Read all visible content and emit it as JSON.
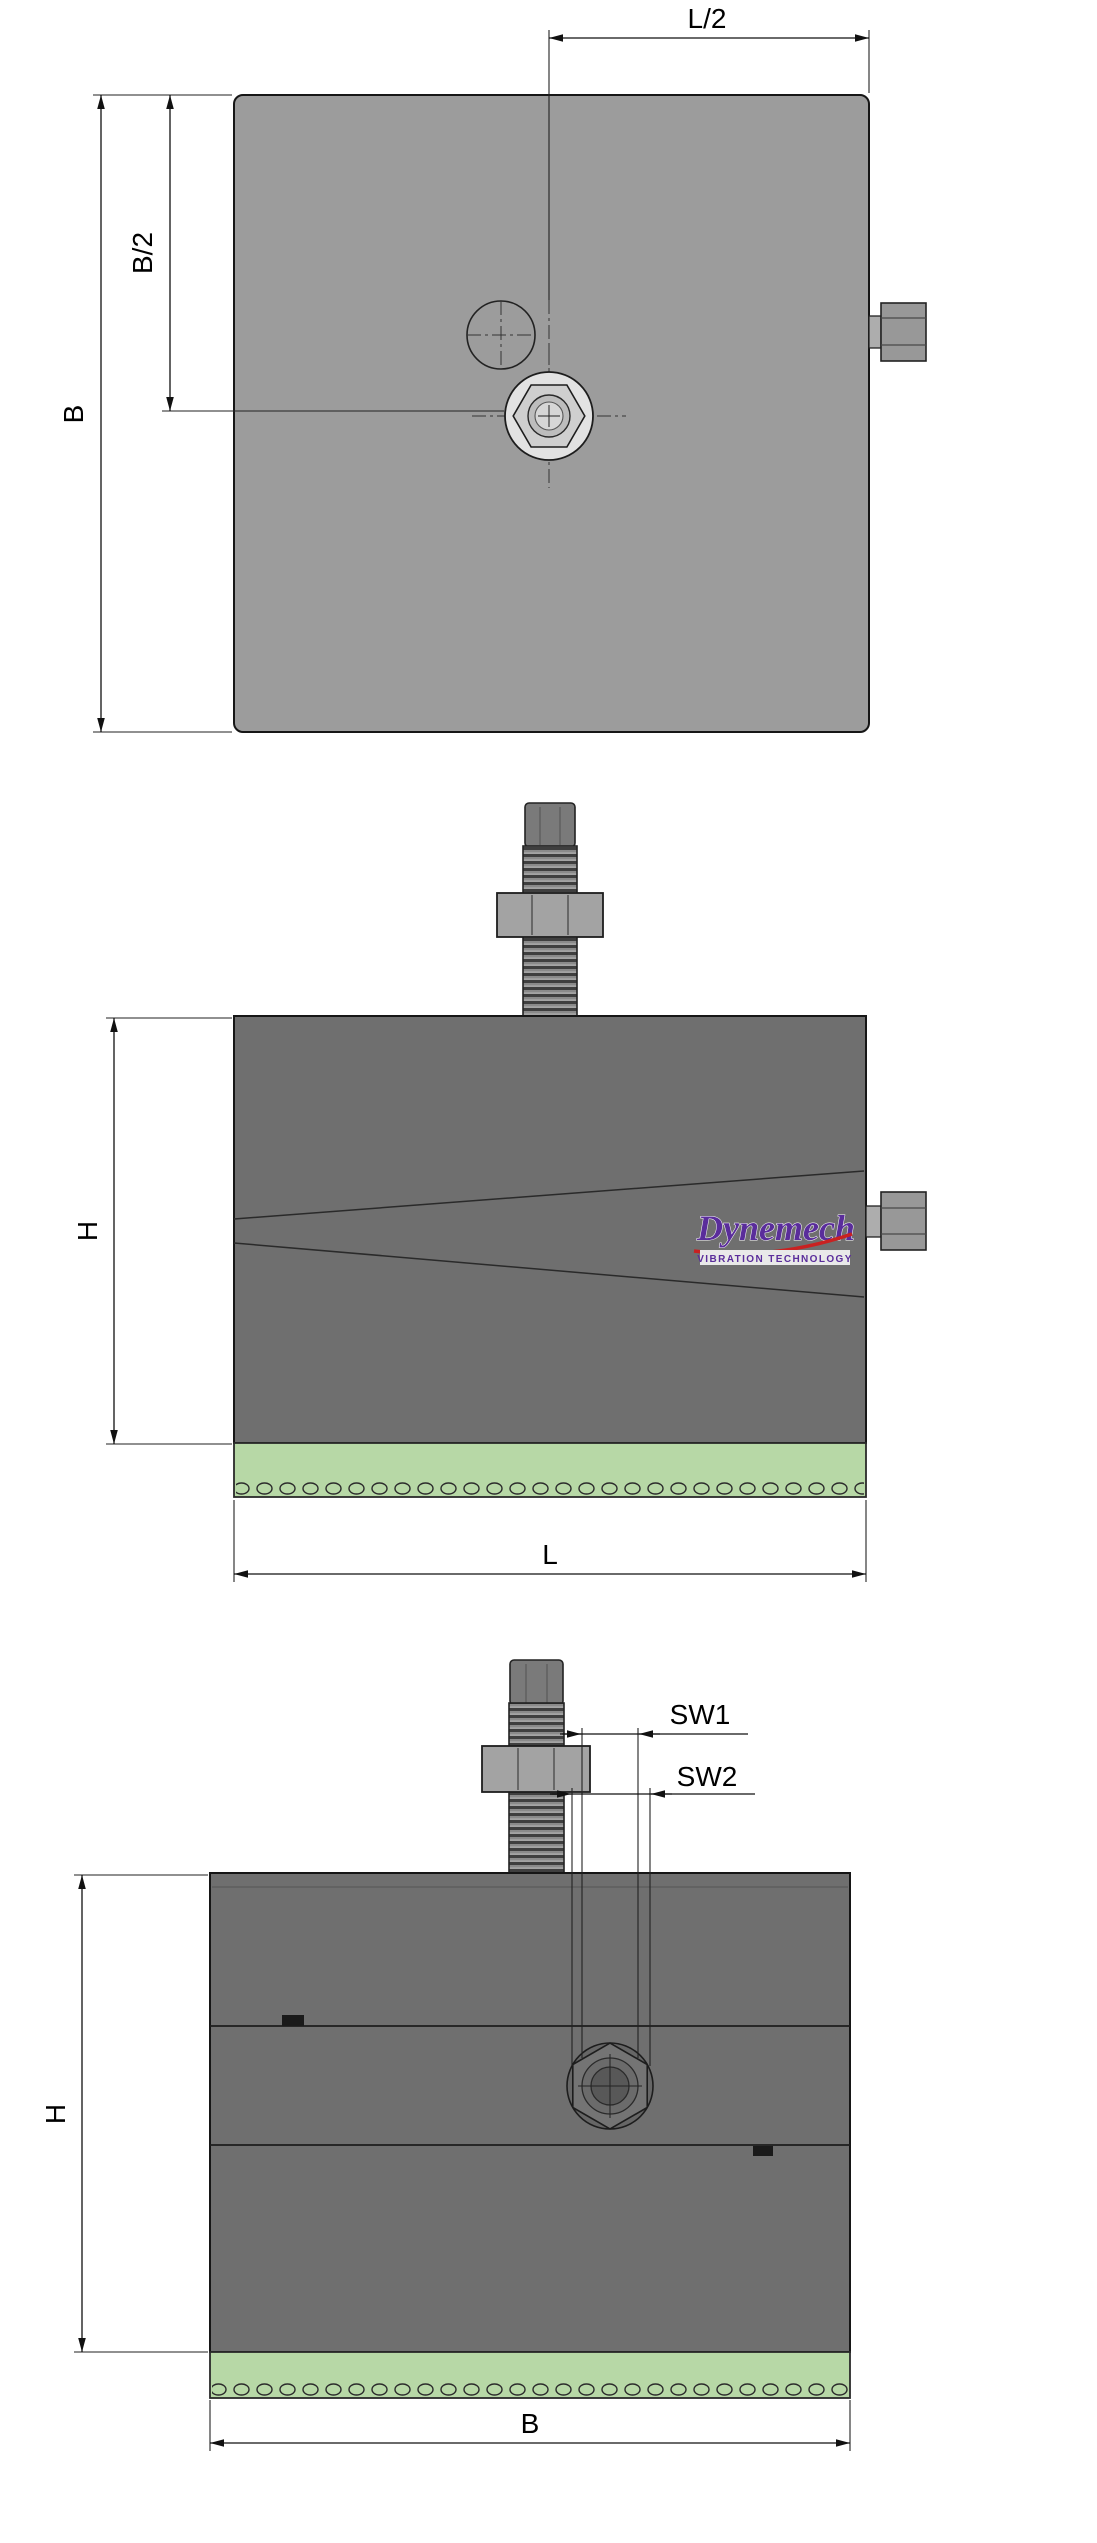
{
  "colors": {
    "plate_gray": "#9c9c9c",
    "body_gray": "#6f6f6f",
    "pad_green": "#b7d8a6",
    "logo_purple": "#5a2d9b",
    "logo_red": "#c92121"
  },
  "top_view": {
    "dim_half_length": "L/2",
    "dim_half_width": "B/2",
    "dim_width": "B"
  },
  "front_view": {
    "dim_height": "H",
    "dim_length": "L",
    "logo_name": "Dynemech",
    "logo_tagline": "VIBRATION TECHNOLOGY"
  },
  "side_view": {
    "dim_sw1": "SW1",
    "dim_sw2": "SW2",
    "dim_height": "H",
    "dim_width": "B"
  }
}
